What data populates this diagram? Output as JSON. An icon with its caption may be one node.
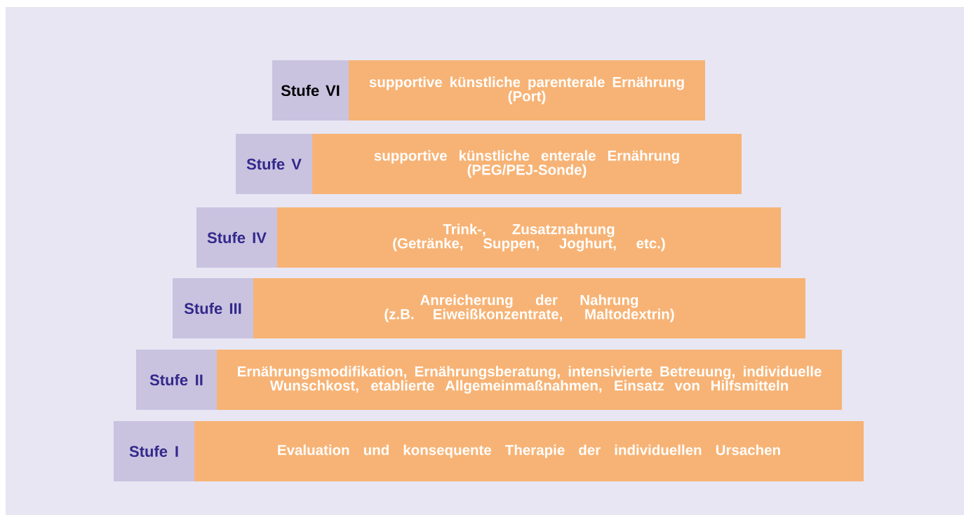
{
  "diagram": {
    "nodes": [
      {
        "text": [
          "Stufe VI"
        ]
      },
      {
        "text": [
          "supportive künstliche parenterale Ernährung",
          "(Port)"
        ]
      },
      {
        "text": [
          "Stufe V"
        ]
      },
      {
        "text": [
          "supportive künstliche enterale Ernährung",
          "(PEG/PEJ-Sonde)"
        ]
      },
      {
        "text": [
          "Stufe IV"
        ]
      },
      {
        "text": [
          "Trink-, Zusatznahrung",
          "(Getränke, Suppen, Joghurt, etc.)"
        ]
      },
      {
        "text": [
          "Stufe III"
        ]
      },
      {
        "text": [
          "Anreicherung der Nahrung",
          "(z.B. Eiweißkonzentrate, Maltodextrin)"
        ]
      },
      {
        "text": [
          "Stufe II"
        ]
      },
      {
        "text": [
          "Ernährungsmodifikation, Ernährungsberatung, intensivierte Betreuung, individuelle Wunschkost, etablierte Allgemeinmaßnahmen, Einsatz von Hilfsmitteln"
        ]
      },
      {
        "text": [
          "Stufe I"
        ]
      },
      {
        "text": [
          "Evaluation und konsequente Therapie der individuellen Ursachen"
        ]
      }
    ]
  }
}
